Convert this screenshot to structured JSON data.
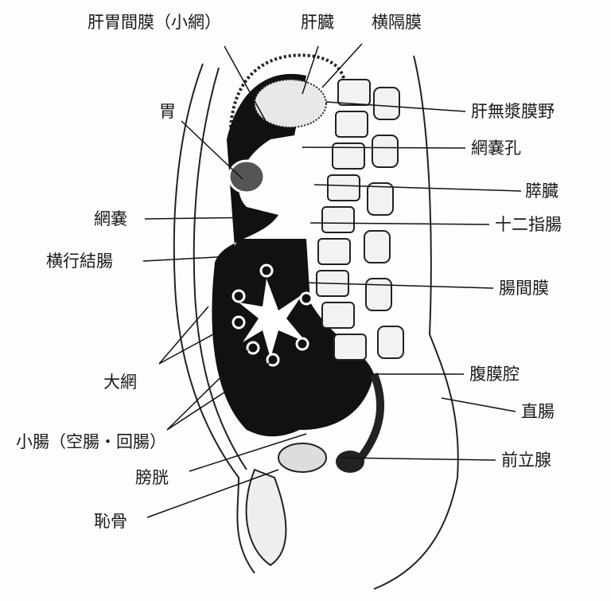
{
  "labels": {
    "lesser_omentum": "肝胃間膜（小網）",
    "liver": "肝臓",
    "diaphragm": "横隔膜",
    "stomach": "胃",
    "bare_area": "肝無漿膜野",
    "omental_foramen": "網嚢孔",
    "pancreas": "膵臓",
    "omental_bursa": "網嚢",
    "duodenum": "十二指腸",
    "transverse_colon": "横行結腸",
    "mesentery": "腸間膜",
    "greater_omentum": "大網",
    "peritoneal_cavity": "腹膜腔",
    "rectum": "直腸",
    "small_intestine": "小腸（空腸・回腸）",
    "prostate": "前立腺",
    "bladder": "膀胱",
    "pubis": "恥骨"
  }
}
